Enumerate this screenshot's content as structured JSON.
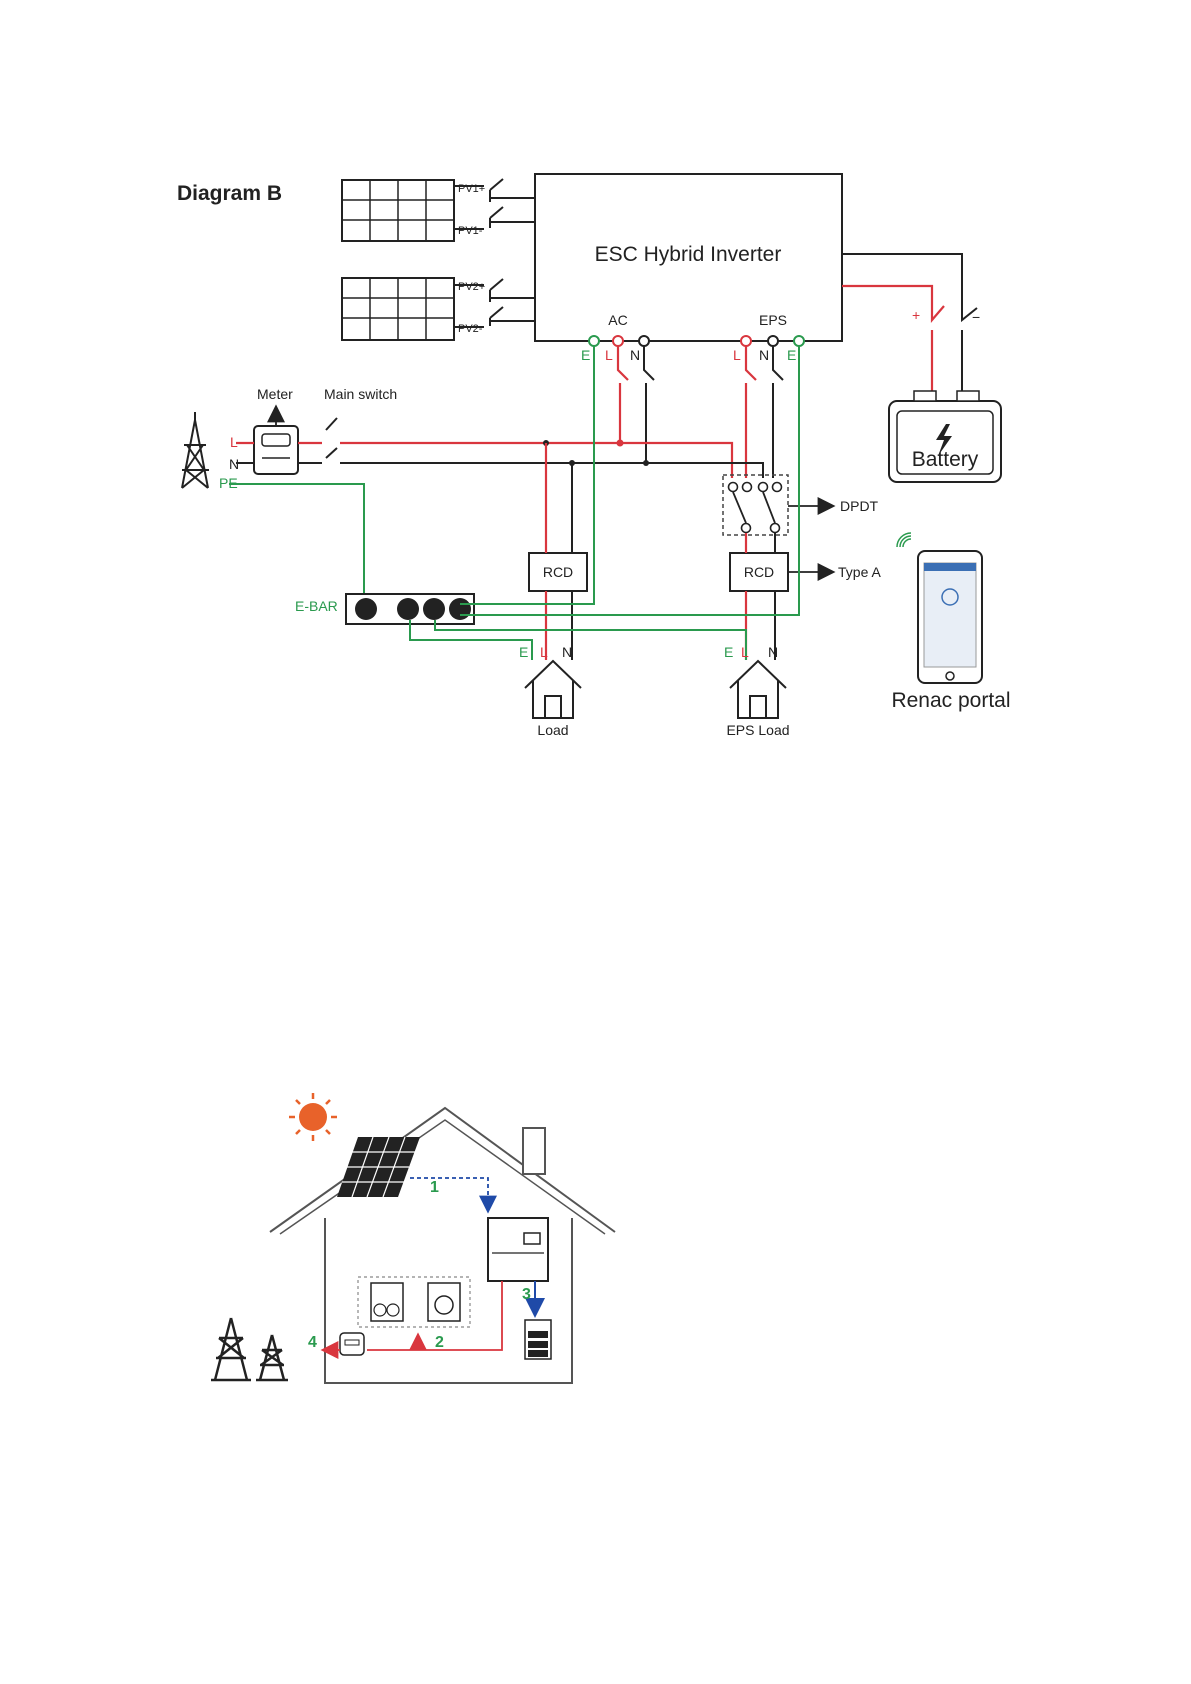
{
  "diagram": {
    "title": "Diagram B",
    "inverter": "ESC Hybrid Inverter",
    "pv": {
      "pv1_pos": "PV1+",
      "pv1_neg": "PV1-",
      "pv2_pos": "PV2+",
      "pv2_neg": "PV2-"
    },
    "ac": "AC",
    "eps": "EPS",
    "terminals": {
      "e": "E",
      "l": "L",
      "n": "N",
      "pe": "PE"
    },
    "battery": {
      "label": "Battery",
      "plus": "+",
      "minus": "−"
    },
    "meter": "Meter",
    "main_switch": "Main switch",
    "dpdt": "DPDT",
    "rcd": "RCD",
    "type_a": "Type A",
    "ebar": "E-BAR",
    "load": "Load",
    "eps_load": "EPS Load",
    "portal": "Renac portal"
  },
  "flow": {
    "steps": [
      "1",
      "2",
      "3",
      "4"
    ]
  },
  "colors": {
    "live": "#d9363e",
    "earth": "#2a9a4e",
    "neutral": "#222222",
    "flow_blue": "#1f4aa8",
    "sun": "#e8622a"
  }
}
